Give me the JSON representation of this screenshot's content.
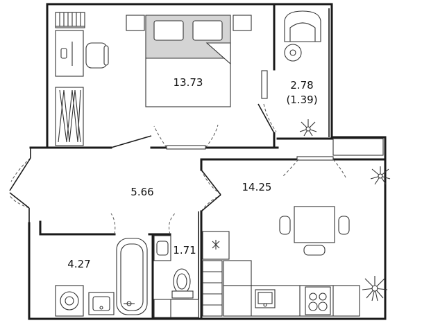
{
  "plan": {
    "rooms": [
      {
        "id": "bedroom",
        "area": "13.73"
      },
      {
        "id": "balcony",
        "area": "2.78",
        "area_secondary": "(1.39)"
      },
      {
        "id": "hallway",
        "area": "5.66"
      },
      {
        "id": "living-kitchen",
        "area": "14.25"
      },
      {
        "id": "bathroom",
        "area": "4.27"
      },
      {
        "id": "toilet",
        "area": "1.71"
      }
    ]
  },
  "colors": {
    "wall": "#1a1a1a",
    "furniture": "#333333",
    "accent_fill": "#d4d4d4",
    "background": "#ffffff"
  }
}
